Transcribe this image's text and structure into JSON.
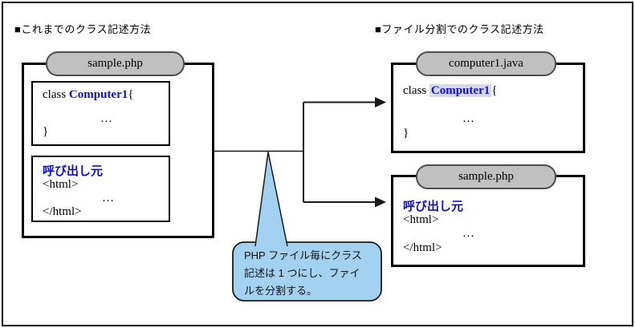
{
  "titles": {
    "left": "■これまでのクラス記述方法",
    "right": "■ファイル分割でのクラス記述方法"
  },
  "left_panel": {
    "tab_label": "sample.php",
    "class_box": {
      "keyword": "class ",
      "class_name": "Computer1",
      "open_brace": "{",
      "ellipsis": "…",
      "close_brace": "}"
    },
    "caller_box": {
      "heading": "呼び出し元",
      "open_tag": "<html>",
      "ellipsis": "…",
      "close_tag": "</html>"
    }
  },
  "right_top_panel": {
    "tab_label": "computer1.java",
    "class_box": {
      "keyword": "class ",
      "class_name": "Computer1",
      "open_brace": "{",
      "ellipsis": "…",
      "close_brace": "}"
    }
  },
  "right_bottom_panel": {
    "tab_label": "sample.php",
    "caller_box": {
      "heading": "呼び出し元",
      "open_tag": "<html>",
      "ellipsis": "…",
      "close_tag": "</html>"
    }
  },
  "callout": {
    "lines": {
      "0": "PHP ファイル毎にクラス",
      "1": "記述は 1 つにし、ファイ",
      "2": "ルを分割する。"
    }
  },
  "colors": {
    "tab_fill": "#c0c0c0",
    "accent_blue": "#0f0fcc",
    "highlight_fill": "#d8d9e8",
    "callout_fill": "#a3d1f2",
    "line_color": "#1a1a1a"
  }
}
